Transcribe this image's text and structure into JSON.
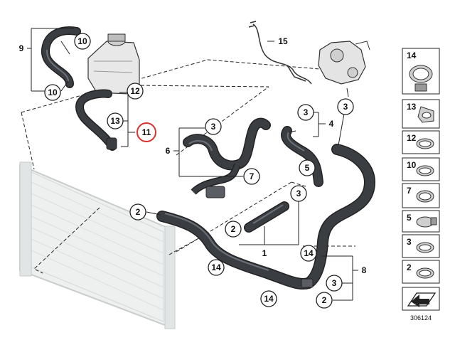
{
  "diagram": {
    "document_number": "306124",
    "callouts": [
      {
        "id": "c10a",
        "label": "10"
      },
      {
        "id": "c10b",
        "label": "10"
      },
      {
        "id": "c12",
        "label": "12"
      },
      {
        "id": "c13",
        "label": "13"
      },
      {
        "id": "c11",
        "label": "11",
        "highlight": true
      },
      {
        "id": "c3a",
        "label": "3"
      },
      {
        "id": "c7",
        "label": "7"
      },
      {
        "id": "c3b",
        "label": "3"
      },
      {
        "id": "c3c",
        "label": "3"
      },
      {
        "id": "c5",
        "label": "5"
      },
      {
        "id": "c3d",
        "label": "3"
      },
      {
        "id": "c2a",
        "label": "2"
      },
      {
        "id": "c2b",
        "label": "2"
      },
      {
        "id": "c14a",
        "label": "14"
      },
      {
        "id": "c14b",
        "label": "14"
      },
      {
        "id": "c14c",
        "label": "14"
      },
      {
        "id": "c3e",
        "label": "3"
      },
      {
        "id": "c2c",
        "label": "2"
      }
    ],
    "plain_labels": [
      {
        "id": "p9",
        "label": "9"
      },
      {
        "id": "p15",
        "label": "15"
      },
      {
        "id": "p6",
        "label": "6"
      },
      {
        "id": "p4",
        "label": "4"
      },
      {
        "id": "p1",
        "label": "1"
      },
      {
        "id": "p8",
        "label": "8"
      }
    ],
    "legend": [
      "14",
      "13",
      "12",
      "10",
      "7",
      "5",
      "3",
      "2"
    ],
    "colors": {
      "hose": "#3a3d42",
      "hose_highlight": "#6b7078",
      "outline": "#222222",
      "highlight_ring": "#d9302c",
      "radiator": "#d9dcdc",
      "tank": "#e8e8e8"
    }
  }
}
